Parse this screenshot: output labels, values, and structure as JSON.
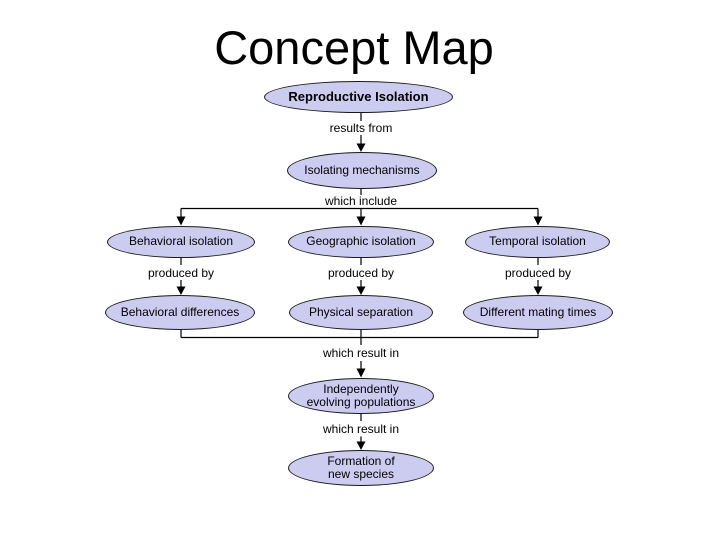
{
  "title": "Concept Map",
  "colors": {
    "page_bg": "#ffffff",
    "node_fill": "#ccccf0",
    "node_border": "#1a1a1a",
    "line_color": "#000000",
    "text_color": "#000000"
  },
  "nodes": {
    "reproductive_isolation": {
      "label": "Reproductive Isolation"
    },
    "isolating_mechanisms": {
      "label": "Isolating mechanisms"
    },
    "behavioral_isolation": {
      "label": "Behavioral isolation"
    },
    "geographic_isolation": {
      "label": "Geographic isolation"
    },
    "temporal_isolation": {
      "label": "Temporal isolation"
    },
    "behavioral_differences": {
      "label": "Behavioral differences"
    },
    "physical_separation": {
      "label": "Physical separation"
    },
    "different_mating_times": {
      "label": "Different mating times"
    },
    "independently_evolving_populations": {
      "line1": "Independently",
      "line2": "evolving populations"
    },
    "formation_of_new_species": {
      "line1": "Formation of",
      "line2": "new species"
    }
  },
  "connector_labels": {
    "results_from": "results from",
    "which_include": "which include",
    "produced_by_left": "produced by",
    "produced_by_center": "produced by",
    "produced_by_right": "produced by",
    "which_result_in_upper": "which result in",
    "which_result_in_lower": "which result in"
  }
}
